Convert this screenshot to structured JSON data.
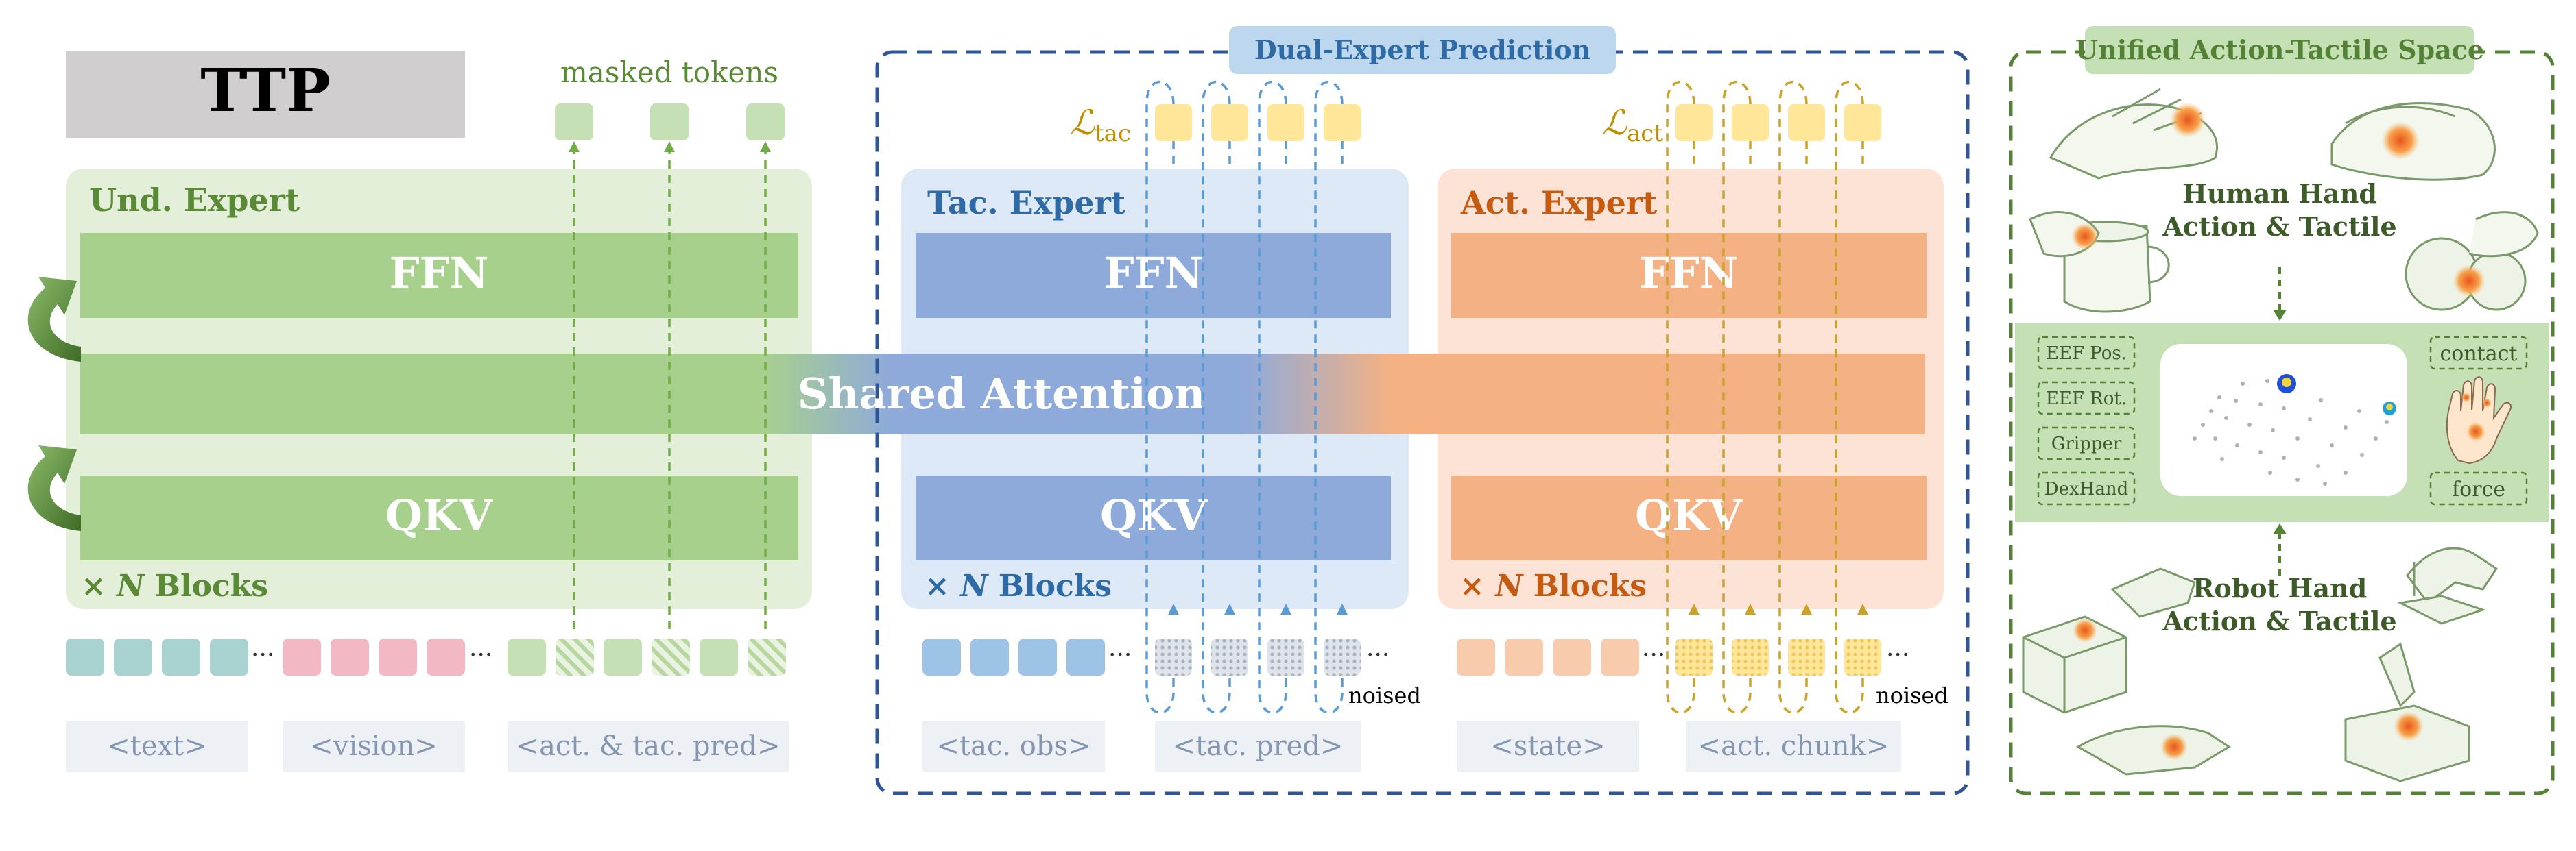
{
  "title": "TTP",
  "masked_tokens_label": "masked tokens",
  "noised_label": "noised",
  "ellipsis": "···",
  "shared_attention": "Shared Attention",
  "dual_expert_title": "Dual-Expert Prediction",
  "unified_title": "Unified Action-Tactile Space",
  "loss_tac": {
    "symbol": "ℒ",
    "sub": "tac"
  },
  "loss_act": {
    "symbol": "ℒ",
    "sub": "act"
  },
  "blocks": {
    "times": "×",
    "n": "N",
    "label": "Blocks"
  },
  "experts": [
    {
      "id": "und",
      "title": "Und. Expert",
      "ffn": "FFN",
      "qkv": "QKV"
    },
    {
      "id": "tac",
      "title": "Tac. Expert",
      "ffn": "FFN",
      "qkv": "QKV"
    },
    {
      "id": "act",
      "title": "Act. Expert",
      "ffn": "FFN",
      "qkv": "QKV"
    }
  ],
  "input_labels": [
    "<text>",
    "<vision>",
    "<act. & tac. pred>",
    "<tac. obs>",
    "<tac. pred>",
    "<state>",
    "<act. chunk>"
  ],
  "human_label": [
    "Human Hand",
    "Action & Tactile"
  ],
  "robot_label": [
    "Robot Hand",
    "Action & Tactile"
  ],
  "left_tags": [
    "EEF Pos.",
    "EEF Rot.",
    "Gripper",
    "DexHand"
  ],
  "right_tags": [
    "contact",
    "force"
  ],
  "colors": {
    "und_panel": "#e3efd8",
    "und_bar": "#a8d08d",
    "und_title": "#5a8a35",
    "tac_panel": "#dde9f6",
    "tac_bar": "#8eaadb",
    "tac_title": "#2e6aa6",
    "act_panel": "#fde3d6",
    "act_bar": "#f4b183",
    "act_title": "#c55a11",
    "dashed_blue": "#2f5597",
    "dashed_green": "#548235",
    "token_yellow": "#ffe699",
    "loss_color": "#bf8f00"
  }
}
